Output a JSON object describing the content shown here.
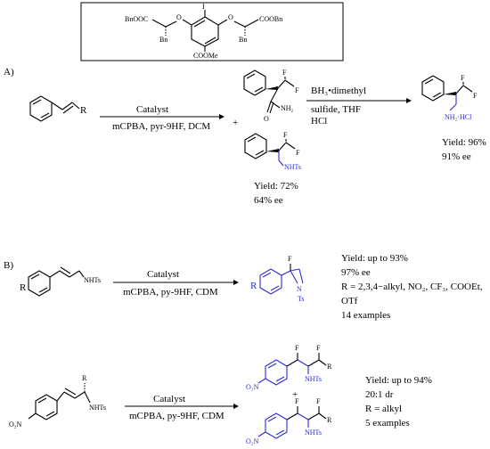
{
  "catalyst_box": {
    "left_ester": "BnOOC",
    "right_ester": "COOBn",
    "iodo": "I",
    "left_o": "O",
    "right_o": "O",
    "left_bn": "Bn",
    "right_bn": "Bn",
    "bottom_ester": "COOMe"
  },
  "section_a": {
    "label": "A)",
    "substrate_r": "R",
    "arrow1_top": "Catalyst",
    "arrow1_bottom": "mCPBA, pyr-9HF, DCM",
    "prod1_f1": "F",
    "prod1_f2": "F",
    "prod1_o": "O",
    "prod1_nh2": "NH₂",
    "plus": "+",
    "prod2_f1": "F",
    "prod2_f2": "F",
    "prod2_nhts": "NHTs",
    "prod2_yield": "Yield: 72%",
    "prod2_ee": "64% ee",
    "arrow2_line1": "BH₃•dimethyl",
    "arrow2_line2": "sulfide, THF",
    "arrow2_line3": "HCl",
    "prod3_f1": "F",
    "prod3_f2": "F",
    "prod3_amine": "NH₂·HCl",
    "prod3_yield": "Yield: 96%",
    "prod3_ee": "91% ee"
  },
  "section_b": {
    "label": "B)",
    "sub1_r": "R",
    "sub1_nhts": "NHTs",
    "arrow1_top": "Catalyst",
    "arrow1_bottom": "mCPBA, py-9HF, CDM",
    "prod1_r": "R",
    "prod1_f": "F",
    "prod1_n": "N",
    "prod1_ts": "Ts",
    "result1_line1": "Yield: up to 93%",
    "result1_line2": "97% ee",
    "result1_line3": "R = 2,3,4−alkyl, NO₂, CF₃, COOEt,",
    "result1_line4": "OTf",
    "result1_line5": "14 examples",
    "sub2_r": "R",
    "sub2_nhts": "NHTs",
    "sub2_o2n": "O₂N",
    "arrow2_top": "Catalyst",
    "arrow2_bottom": "mCPBA, py-9HF, CDM",
    "prod2_f1": "F",
    "prod2_f2": "F",
    "prod2_r": "R",
    "prod2_nhts": "NHTs",
    "prod2_o2n": "O₂N",
    "plus": "+",
    "prod3_f1": "F",
    "prod3_f2": "F",
    "prod3_r": "R",
    "prod3_nhts": "NHTs",
    "prod3_o2n": "O₂N",
    "result2_line1": "Yield: up to 94%",
    "result2_line2": "20:1 dr",
    "result2_line3": "R = alkyl",
    "result2_line4": "5 examples"
  }
}
